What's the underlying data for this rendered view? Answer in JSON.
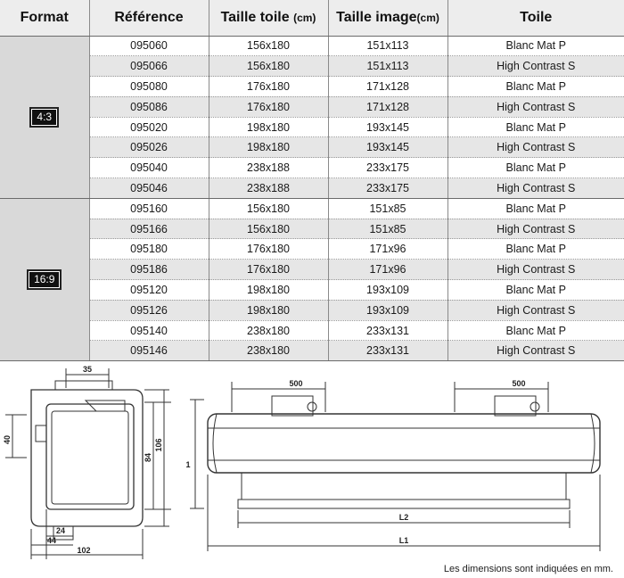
{
  "table": {
    "headers": {
      "format": "Format",
      "reference": "Référence",
      "canvas": "Taille toile",
      "canvas_unit": "(cm)",
      "image": "Taille image",
      "image_unit": "(cm)",
      "fabric": "Toile"
    },
    "groups": [
      {
        "format": "4:3",
        "rows": [
          {
            "ref": "095060",
            "canvas": "156x180",
            "image": "151x113",
            "fabric": "Blanc Mat P"
          },
          {
            "ref": "095066",
            "canvas": "156x180",
            "image": "151x113",
            "fabric": "High Contrast S"
          },
          {
            "ref": "095080",
            "canvas": "176x180",
            "image": "171x128",
            "fabric": "Blanc Mat P"
          },
          {
            "ref": "095086",
            "canvas": "176x180",
            "image": "171x128",
            "fabric": "High Contrast S"
          },
          {
            "ref": "095020",
            "canvas": "198x180",
            "image": "193x145",
            "fabric": "Blanc Mat P"
          },
          {
            "ref": "095026",
            "canvas": "198x180",
            "image": "193x145",
            "fabric": "High Contrast S"
          },
          {
            "ref": "095040",
            "canvas": "238x188",
            "image": "233x175",
            "fabric": "Blanc Mat P"
          },
          {
            "ref": "095046",
            "canvas": "238x188",
            "image": "233x175",
            "fabric": "High Contrast S"
          }
        ]
      },
      {
        "format": "16:9",
        "rows": [
          {
            "ref": "095160",
            "canvas": "156x180",
            "image": "151x85",
            "fabric": "Blanc Mat P"
          },
          {
            "ref": "095166",
            "canvas": "156x180",
            "image": "151x85",
            "fabric": "High Contrast S"
          },
          {
            "ref": "095180",
            "canvas": "176x180",
            "image": "171x96",
            "fabric": "Blanc Mat P"
          },
          {
            "ref": "095186",
            "canvas": "176x180",
            "image": "171x96",
            "fabric": "High Contrast S"
          },
          {
            "ref": "095120",
            "canvas": "198x180",
            "image": "193x109",
            "fabric": "Blanc Mat P"
          },
          {
            "ref": "095126",
            "canvas": "198x180",
            "image": "193x109",
            "fabric": "High Contrast S"
          },
          {
            "ref": "095140",
            "canvas": "238x180",
            "image": "233x131",
            "fabric": "Blanc Mat P"
          },
          {
            "ref": "095146",
            "canvas": "238x180",
            "image": "233x131",
            "fabric": "High Contrast S"
          }
        ]
      }
    ]
  },
  "side_view": {
    "dim_top": "35",
    "dim_left": "40",
    "dim_height_inner": "84",
    "dim_height_outer": "106",
    "dim_bottom_small": "24",
    "dim_bottom_mid": "44",
    "dim_bottom_width": "102"
  },
  "front_view": {
    "dim_left_bracket": "500",
    "dim_right_bracket": "500",
    "dim_l2": "L2",
    "dim_l1": "L1",
    "dim_side_cut": "1"
  },
  "footnote": "Les dimensions sont indiquées en mm."
}
